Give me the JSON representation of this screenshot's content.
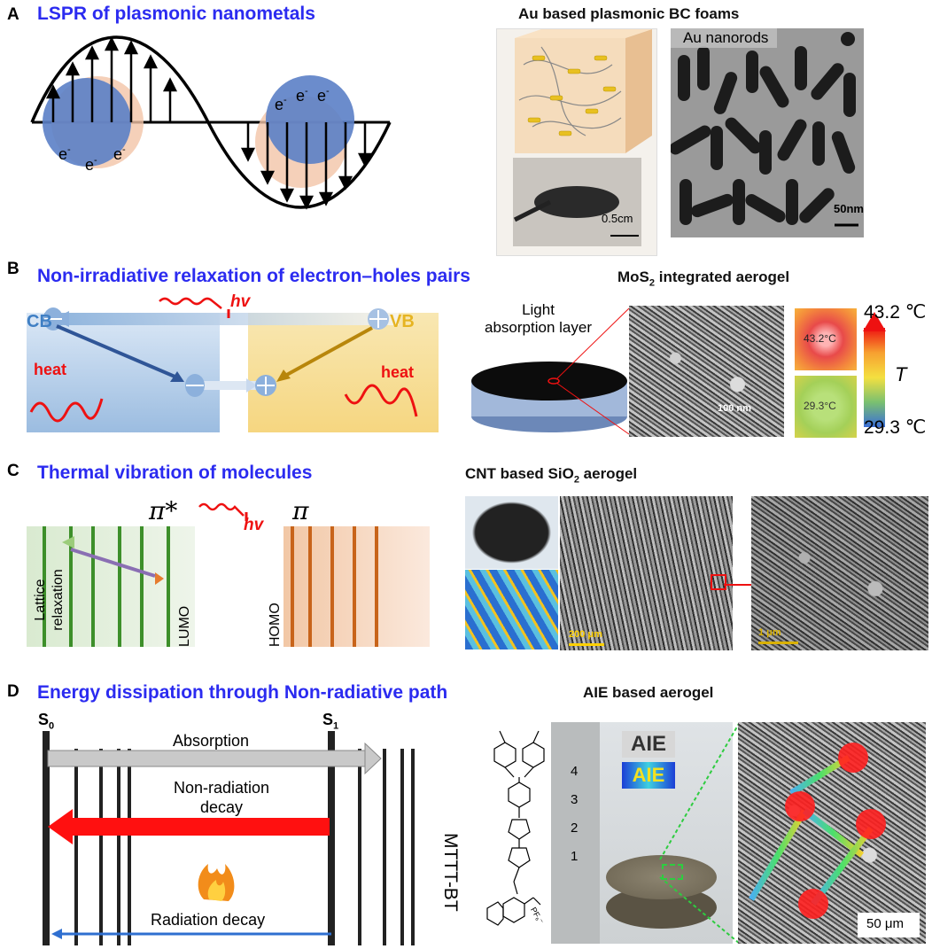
{
  "panels": {
    "A": {
      "letter": "A",
      "title": "LSPR of plasmonic nanometals",
      "subtitle": "Au based plasmonic BC foams",
      "electron": "e",
      "photo_scale": "0.5cm",
      "tem_label": "Au nanorods",
      "tem_scale": "50nm"
    },
    "B": {
      "letter": "B",
      "title": "Non-irradiative relaxation of electron–holes pairs",
      "subtitle_pre": "MoS",
      "subtitle_sub": "2",
      "subtitle_post": " integrated aerogel",
      "cb": "CB",
      "vb": "VB",
      "hv": "hv",
      "heat": "heat",
      "light_layer": "Light\nabsorption layer",
      "sem_scale": "100 nm",
      "t_max": "43.2 ℃",
      "t_min": "29.3 ℃",
      "t_symbol": "T",
      "thermal_hot": "43.2°C",
      "thermal_cold": "29.3°C"
    },
    "C": {
      "letter": "C",
      "title": "Thermal vibration of molecules",
      "subtitle_pre": "CNT based SiO",
      "subtitle_sub": "2",
      "subtitle_post": " aerogel",
      "pi_star": "π*",
      "pi": "π",
      "hv": "hv",
      "lattice": "Lattice\nrelaxation",
      "lumo": "LUMO",
      "homo": "HOMO",
      "scale1": "200 μm",
      "scale2": "1 μm"
    },
    "D": {
      "letter": "D",
      "title": "Energy dissipation through Non-radiative path",
      "subtitle": "AIE based aerogel",
      "s0": "S",
      "s0_sub": "0",
      "s1": "S",
      "s1_sub": "1",
      "absorption": "Absorption",
      "nonrad": "Non-radiation\ndecay",
      "rad": "Radiation decay",
      "molecule": "MTTT-BT",
      "pf6": "PF₆⁻",
      "aie": "AIE",
      "ruler": [
        "1",
        "2",
        "3",
        "4"
      ],
      "sem_scale": "50 μm"
    }
  },
  "colors": {
    "title_blue": "#2b2bf0",
    "red": "#e11",
    "cb_blue": "#3f7fc4",
    "vb_gold": "#e6b422",
    "green": "#3d8f2a",
    "orange": "#c8641a"
  }
}
